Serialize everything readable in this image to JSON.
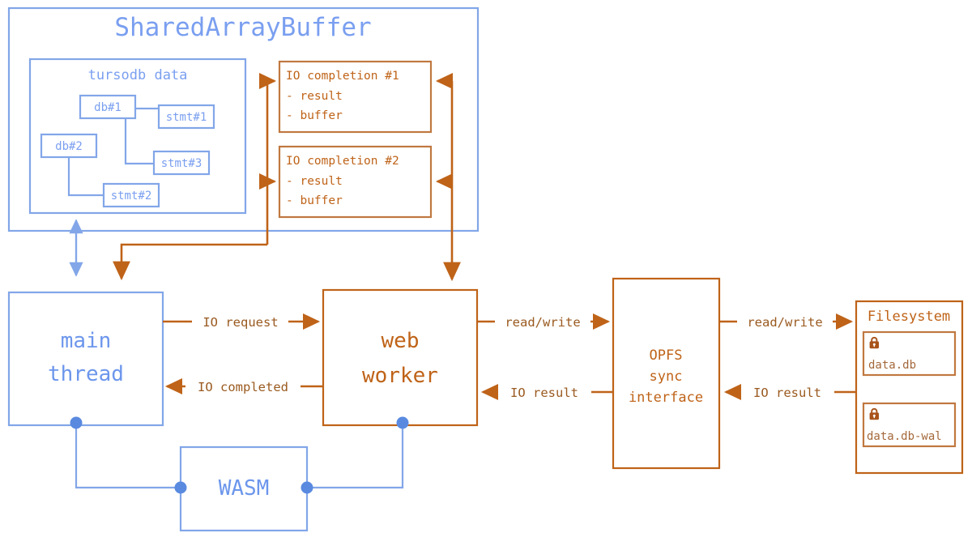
{
  "diagram": {
    "title": "SharedArrayBuffer",
    "colors": {
      "blue": "#82a6e8",
      "blue_text": "#7a9ff0",
      "orange": "#bf6318",
      "orange_light": "#c07840",
      "dot": "#5a8ae0",
      "background": "#ffffff"
    },
    "shared_array_buffer": {
      "label": "SharedArrayBuffer",
      "tursodb": {
        "label": "tursodb data",
        "nodes": [
          {
            "label": "db#1"
          },
          {
            "label": "db#2"
          },
          {
            "label": "stmt#1"
          },
          {
            "label": "stmt#3"
          },
          {
            "label": "stmt#2"
          }
        ]
      },
      "io_completions": [
        {
          "title": "IO completion #1",
          "fields": [
            "- result",
            "- buffer"
          ]
        },
        {
          "title": "IO completion #2",
          "fields": [
            "- result",
            "- buffer"
          ]
        }
      ]
    },
    "nodes": {
      "main_thread": {
        "line1": "main",
        "line2": "thread"
      },
      "web_worker": {
        "line1": "web",
        "line2": "worker"
      },
      "wasm": {
        "label": "WASM"
      },
      "opfs": {
        "line1": "OPFS",
        "line2": "sync",
        "line3": "interface"
      },
      "filesystem": {
        "label": "Filesystem",
        "files": [
          {
            "name": "data.db",
            "icon": "lock-icon"
          },
          {
            "name": "data.db-wal",
            "icon": "lock-icon"
          }
        ]
      }
    },
    "edges": {
      "io_request": "IO request",
      "io_completed": "IO completed",
      "read_write_1": "read/write",
      "io_result_1": "IO result",
      "read_write_2": "read/write",
      "io_result_2": "IO result"
    }
  }
}
